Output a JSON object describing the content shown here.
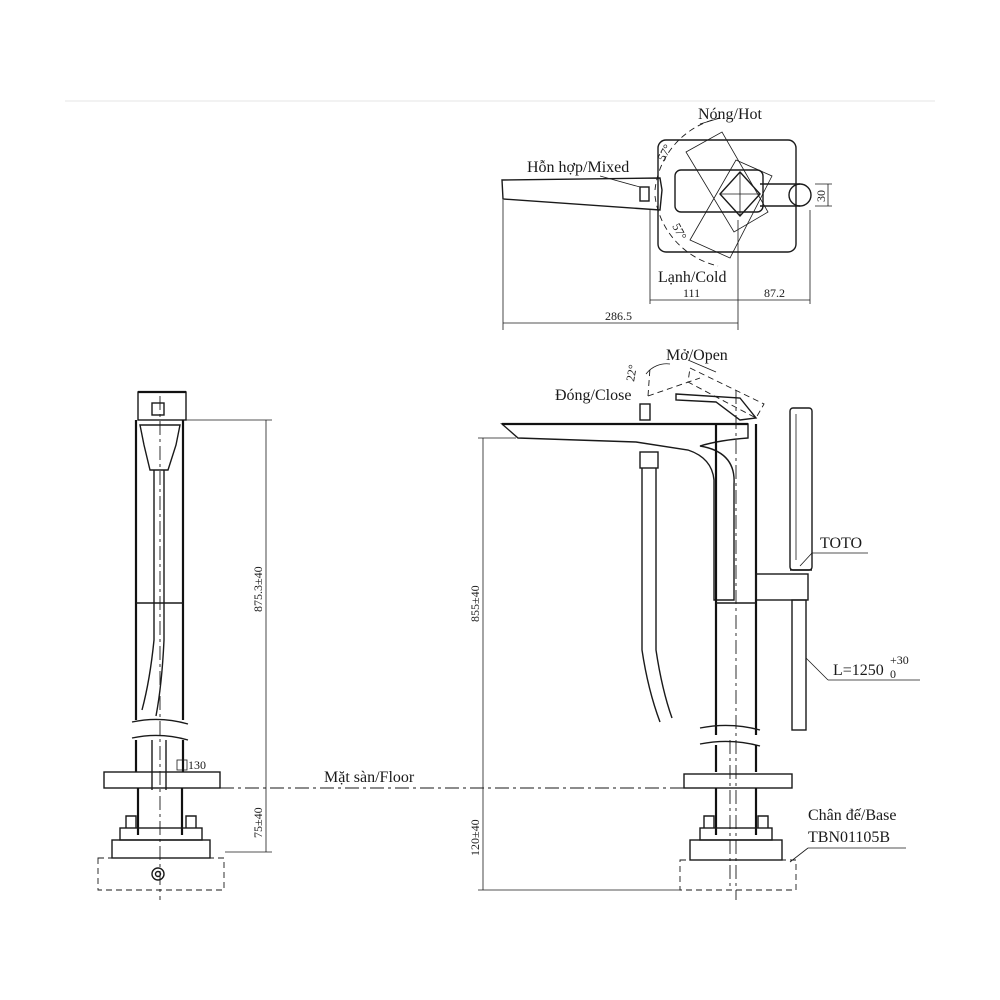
{
  "top_view": {
    "hot_label": "Nóng/Hot",
    "mixed_label": "Hỗn hợp/Mixed",
    "cold_label": "Lạnh/Cold",
    "angle_upper": "57°",
    "angle_lower": "57°",
    "dim_111": "111",
    "dim_87_2": "87.2",
    "dim_286_5": "286.5",
    "dim_30": "30"
  },
  "side_view": {
    "open_label": "Mở/Open",
    "close_label": "Đóng/Close",
    "angle": "22°",
    "brand_label": "TOTO",
    "hose_length": "L=1250",
    "hose_tol_upper": "+30",
    "hose_tol_lower": "0",
    "height_above": "855±40",
    "height_below": "120±40",
    "base_label": "Chân đế/Base",
    "base_model": "TBN01105B"
  },
  "front_view": {
    "height_above": "875.3±40",
    "height_below": "75±40",
    "square_size": "130"
  },
  "floor_label": "Mặt sàn/Floor"
}
